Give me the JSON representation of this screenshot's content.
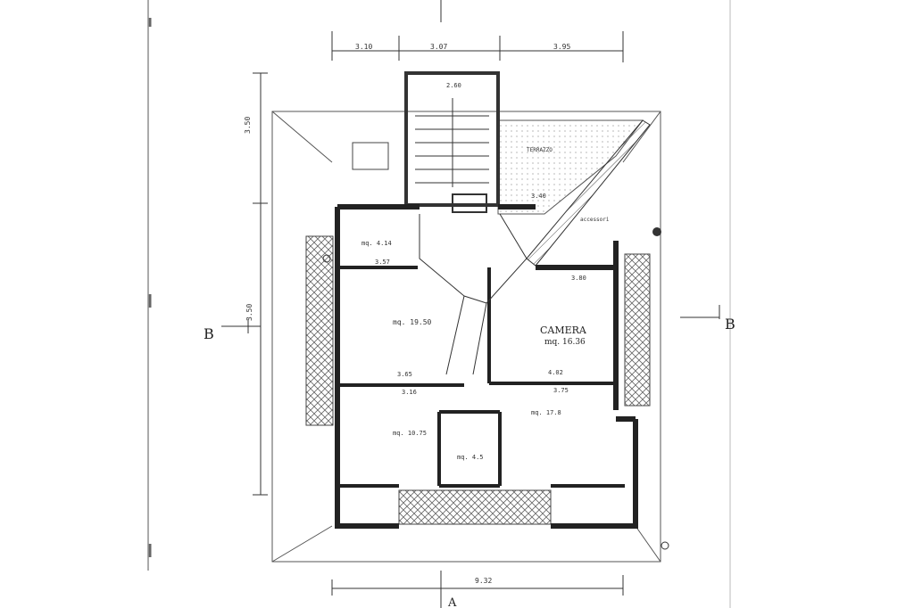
{
  "plan": {
    "rooms": {
      "camera_name": "CAMERA",
      "camera_area": "mq. 16.36",
      "soggiorno_area": "mq. 19.50",
      "wc_area": "mq. 4.14",
      "cucina_area": "mq. 10.75",
      "bagno_area": "mq. 4.5",
      "camera2_area": "mq. 17.8",
      "terrazzo": "TERRAZZO",
      "accessori": "accessori"
    },
    "dims": {
      "top_left": "3.10",
      "top_mid": "3.07",
      "top_right": "3.95",
      "stair": "2.60",
      "left_upper": "3.50",
      "left_lower": "3.50",
      "bottom": "9.32",
      "d_3_57": "3.57",
      "d_3_65": "3.65",
      "d_3_16": "3.16",
      "d_3_80": "3.80",
      "d_3_40": "3.40",
      "d_4_02": "4.02",
      "d_3_75": "3.75"
    },
    "sections": {
      "b_left": "B",
      "b_right": "B",
      "a_bottom": "A"
    }
  },
  "colors": {
    "ink": "#2a2a2a",
    "paper": "#ffffff",
    "hatch": "#555555"
  }
}
